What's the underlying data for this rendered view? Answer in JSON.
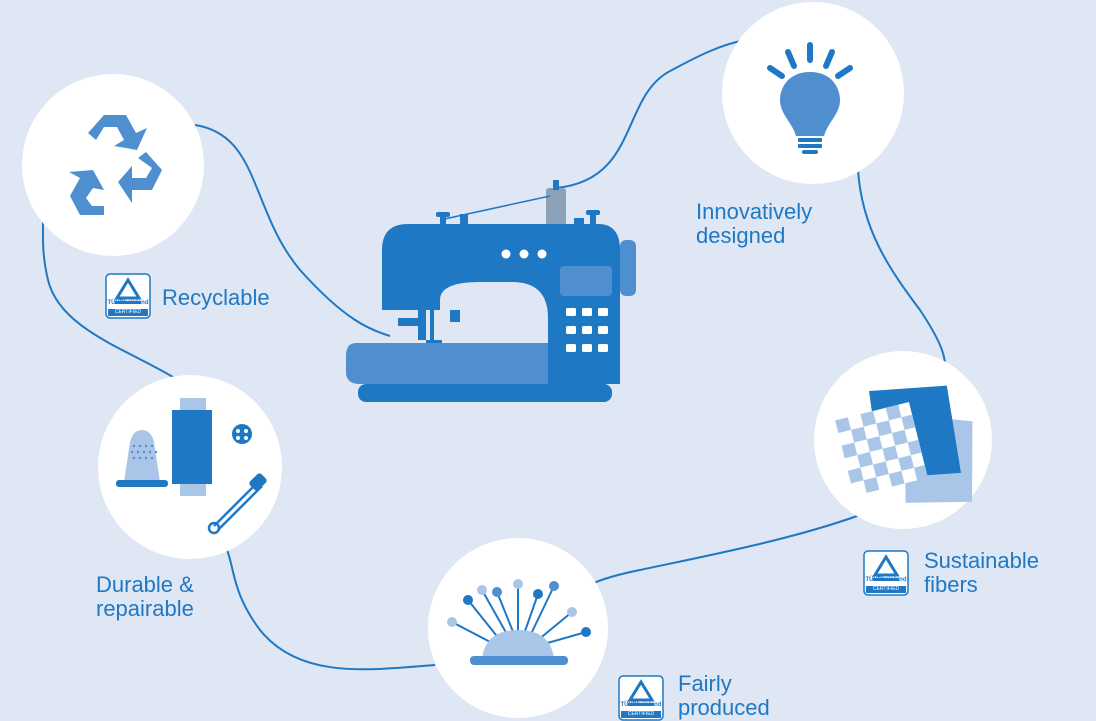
{
  "labels": {
    "recyclable": "Recyclable",
    "innovative": [
      "Innovatively",
      "designed"
    ],
    "sustainable": [
      "Sustainable",
      "fibers"
    ],
    "fair": [
      "Fairly",
      "produced"
    ],
    "durable": [
      "Durable &",
      "repairable"
    ]
  },
  "badge": {
    "brand": "TÜVRheinland",
    "certified": "CERTIFIED"
  },
  "icons": {
    "center": "sewing-machine-icon",
    "recyclable": "recycle-icon",
    "innovative": "light-bulb-icon",
    "sustainable": "fabric-swatches-icon",
    "fair": "pin-cushion-icon",
    "durable": "sewing-notions-icon",
    "badge": "tuv-certified-badge-icon"
  },
  "colors": {
    "background": "#dfe7f4",
    "primary_blue": "#1f78c4",
    "light_blue": "#4f8fd0",
    "pale_blue": "#a9c6e8",
    "circle": "#ffffff"
  }
}
